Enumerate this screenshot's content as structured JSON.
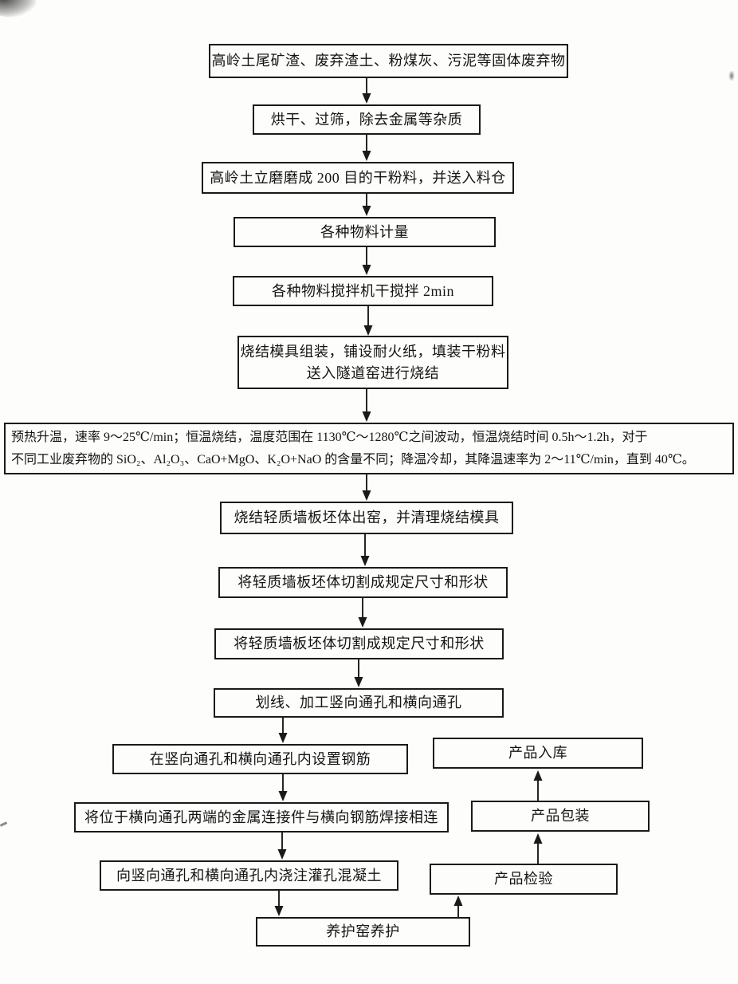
{
  "diagram": {
    "type": "flowchart",
    "language": "zh-CN",
    "steps": [
      {
        "name": "solid-waste-input",
        "text": "高岭土尾矿渣、废弃渣土、粉煤灰、污泥等固体废弃物"
      },
      {
        "name": "drying-sieving",
        "text": "烘干、过筛，除去金属等杂质"
      },
      {
        "name": "grinding",
        "text": "高岭土立磨磨成 200 目的干粉料，并送入料仓"
      },
      {
        "name": "material-metering",
        "text": "各种物料计量"
      },
      {
        "name": "dry-mixing",
        "text": "各种物料搅拌机干搅拌 2min"
      },
      {
        "name": "mold-assembly",
        "lines": [
          "烧结模具组装，铺设耐火纸，填装干粉料",
          "送入隧道窑进行烧结"
        ]
      },
      {
        "name": "sintering-parameters",
        "lines": [
          "预热升温，速率 9～25℃/min；恒温烧结，温度范围在 1130℃～1280℃之间波动，恒温烧结时间 0.5h～1.2h，对于",
          "不同工业废弃物的 SiO₂、Al₂O₃、CaO+MgO、K₂O+NaO 的含量不同；降温冷却，其降温速率为 2～11℃/min，直到 40℃。"
        ]
      },
      {
        "name": "kiln-discharge",
        "text": "烧结轻质墙板坯体出窑，并清理烧结模具"
      },
      {
        "name": "cutting-1",
        "text": "将轻质墙板坯体切割成规定尺寸和形状"
      },
      {
        "name": "cutting-2",
        "text": "将轻质墙板坯体切割成规定尺寸和形状"
      },
      {
        "name": "hole-machining",
        "text": "划线、加工竖向通孔和横向通孔"
      },
      {
        "name": "rebar-placement",
        "text": "在竖向通孔和横向通孔内设置钢筋"
      },
      {
        "name": "connector-welding",
        "text": "将位于横向通孔两端的金属连接件与横向钢筋焊接相连"
      },
      {
        "name": "concrete-grouting",
        "text": "向竖向通孔和横向通孔内浇注灌孔混凝土"
      },
      {
        "name": "curing-kiln",
        "text": "养护窑养护"
      },
      {
        "name": "product-inspection",
        "text": "产品检验"
      },
      {
        "name": "product-packaging",
        "text": "产品包装"
      },
      {
        "name": "product-warehousing",
        "text": "产品入库"
      }
    ],
    "connections": [
      {
        "from": "solid-waste-input",
        "to": "drying-sieving"
      },
      {
        "from": "drying-sieving",
        "to": "grinding"
      },
      {
        "from": "grinding",
        "to": "material-metering"
      },
      {
        "from": "material-metering",
        "to": "dry-mixing"
      },
      {
        "from": "dry-mixing",
        "to": "mold-assembly"
      },
      {
        "from": "mold-assembly",
        "to": "sintering-parameters"
      },
      {
        "from": "sintering-parameters",
        "to": "kiln-discharge"
      },
      {
        "from": "kiln-discharge",
        "to": "cutting-1"
      },
      {
        "from": "cutting-1",
        "to": "cutting-2"
      },
      {
        "from": "cutting-2",
        "to": "hole-machining"
      },
      {
        "from": "hole-machining",
        "to": "rebar-placement"
      },
      {
        "from": "rebar-placement",
        "to": "connector-welding"
      },
      {
        "from": "connector-welding",
        "to": "concrete-grouting"
      },
      {
        "from": "concrete-grouting",
        "to": "curing-kiln"
      },
      {
        "from": "curing-kiln",
        "to": "product-inspection"
      },
      {
        "from": "product-inspection",
        "to": "product-packaging"
      },
      {
        "from": "product-packaging",
        "to": "product-warehousing"
      }
    ],
    "colors": {
      "line": "#1a1a1a",
      "text": "#141414",
      "background": "#fdfdfc"
    }
  }
}
